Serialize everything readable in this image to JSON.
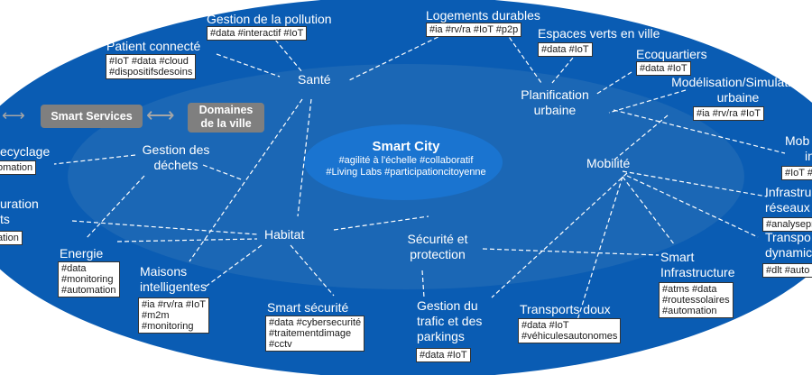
{
  "center": {
    "title": "Smart City",
    "tags": [
      "#agilité à l'échelle #collaboratif",
      "#Living Labs #participationcitoyenne"
    ]
  },
  "header": {
    "smart_services": "Smart Services",
    "domaines_line1": "Domaines",
    "domaines_line2": "de la ville"
  },
  "colors": {
    "background": "#0a5cb3",
    "inner_ellipse": "#1b67b5",
    "core": "#1a74d0",
    "pill": "#7f7f7f"
  },
  "domains": {
    "sante": "Santé",
    "planification": [
      "Planification",
      "urbaine"
    ],
    "gestion_dechets": [
      "Gestion des",
      "déchets"
    ],
    "mobilite": "Mobilité",
    "habitat": "Habitat",
    "securite": [
      "Sécurité et",
      "protection"
    ]
  },
  "services": {
    "pollution": {
      "label": "Gestion de la pollution",
      "tags": [
        "#data #interactif #IoT"
      ]
    },
    "logements": {
      "label": "Logements durables",
      "tags": [
        "#ia #rv/ra #IoT #p2p"
      ]
    },
    "espaces": {
      "label": "Espaces verts en ville",
      "tags": [
        "#data #IoT"
      ]
    },
    "patient": {
      "label": "Patient connecté",
      "tags": [
        "#IoT #data #cloud",
        "#dispositifsdesoins"
      ]
    },
    "ecoquartiers": {
      "label": "Ecoquartiers",
      "tags": [
        "#data #IoT"
      ]
    },
    "modelisation": {
      "label": [
        "Modélisation/Simulation",
        "urbaine"
      ],
      "tags": [
        "#ia #rv/ra #IoT"
      ]
    },
    "recyclage": {
      "label": "ecyclage",
      "tags": [
        "omation"
      ]
    },
    "mob_int": {
      "label": [
        "Mob",
        "in"
      ],
      "tags": [
        "#IoT #"
      ]
    },
    "restauration": {
      "label": [
        "uration",
        "ts"
      ],
      "tags": [
        "ation"
      ]
    },
    "infra_reseaux": {
      "label": [
        "Infrastru",
        "réseaux"
      ],
      "tags": [
        "#analysepr"
      ]
    },
    "transports_dyn": {
      "label": [
        "Transpo",
        "dynamic"
      ],
      "tags": [
        "#dlt #auto"
      ]
    },
    "energie": {
      "label": "Energie",
      "tags": [
        "#data",
        "#monitoring",
        "#automation"
      ]
    },
    "maisons": {
      "label": [
        "Maisons",
        "intelligentes"
      ],
      "tags": [
        "#ia #rv/ra #IoT",
        "#m2m",
        "#monitoring"
      ]
    },
    "smart_securite": {
      "label": "Smart sécurité",
      "tags": [
        "#data #cybersecurité",
        "#traitementdimage",
        "#cctv"
      ]
    },
    "trafic": {
      "label": [
        "Gestion du",
        "trafic et des",
        "parkings"
      ],
      "tags": [
        "#data #IoT"
      ]
    },
    "transports_doux": {
      "label": "Transports doux",
      "tags": [
        "#data #IoT",
        "#véhiculesautonomes"
      ]
    },
    "smart_infra": {
      "label": [
        "Smart",
        "Infrastructure"
      ],
      "tags": [
        "#atms #data",
        "#routessolaires",
        "#automation"
      ]
    }
  }
}
